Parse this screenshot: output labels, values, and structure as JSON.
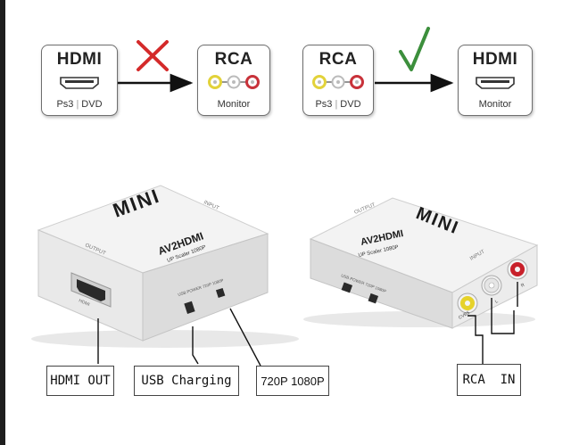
{
  "diagram": {
    "left_source": {
      "title": "HDMI",
      "sub_left": "Ps3",
      "sub_right": "DVD"
    },
    "left_target": {
      "title": "RCA",
      "sub": "Monitor"
    },
    "right_source": {
      "title": "RCA",
      "sub_left": "Ps3",
      "sub_right": "DVD"
    },
    "right_target": {
      "title": "HDMI",
      "sub": "Monitor"
    },
    "wrong_mark_color": "#d42a2a",
    "right_mark_color": "#3c8f3c"
  },
  "device_left": {
    "logo": "MINI",
    "model": "AV2HDMI",
    "subtitle": "UP Scaler 1080P",
    "input_label": "INPUT",
    "output_label": "OUTPUT",
    "port_label": "HDMI",
    "switch_label": "USB POWER 720P 1080P"
  },
  "device_right": {
    "logo": "MINI",
    "model": "AV2HDMI",
    "subtitle": "UP Scaler 1080P",
    "input_label": "INPUT",
    "output_label": "OUTPUT",
    "switch_label": "USB POWER 720P 1080P",
    "rca_labels": {
      "video": "CVBS",
      "left": "L",
      "right": "R"
    }
  },
  "callouts": {
    "hdmi_out": "HDMI OUT",
    "usb_charging": "USB Charging",
    "resolution": "720P 1080P",
    "rca_in": "RCA  IN"
  }
}
